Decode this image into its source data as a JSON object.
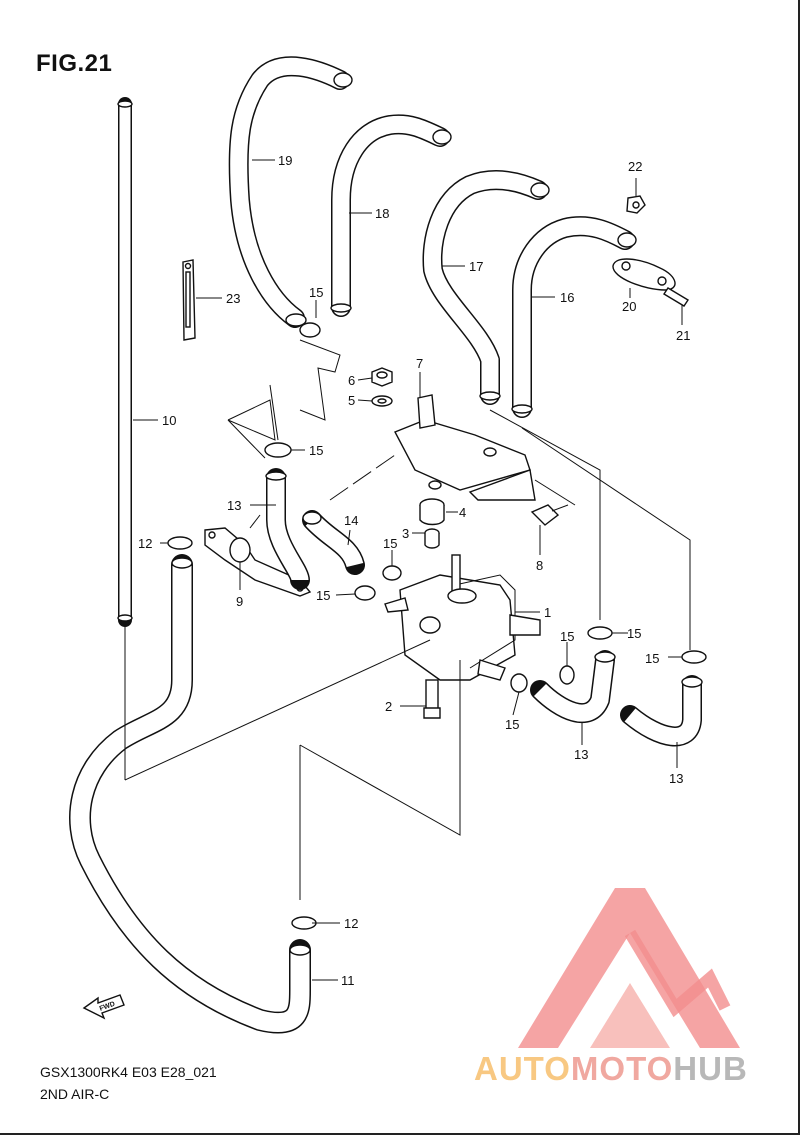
{
  "figure": {
    "title": "FIG.21",
    "model_code": "GSX1300RK4 E03 E28_021",
    "diagram_name": "2ND AIR-C",
    "fwd_label": "FWD"
  },
  "callouts": [
    "1",
    "2",
    "3",
    "4",
    "5",
    "6",
    "7",
    "8",
    "9",
    "10",
    "11",
    "12",
    "12",
    "13",
    "13",
    "13",
    "14",
    "15",
    "15",
    "15",
    "15",
    "15",
    "15",
    "15",
    "16",
    "17",
    "18",
    "19",
    "20",
    "21",
    "22",
    "23"
  ],
  "watermark": {
    "brand_parts": [
      "AUTO",
      "MOTO",
      "HUB"
    ],
    "colors": {
      "auto": "#f8c882",
      "moto": "#f0a8a0",
      "hub": "#b8b8b8",
      "triangle": "#f28d8d"
    }
  }
}
